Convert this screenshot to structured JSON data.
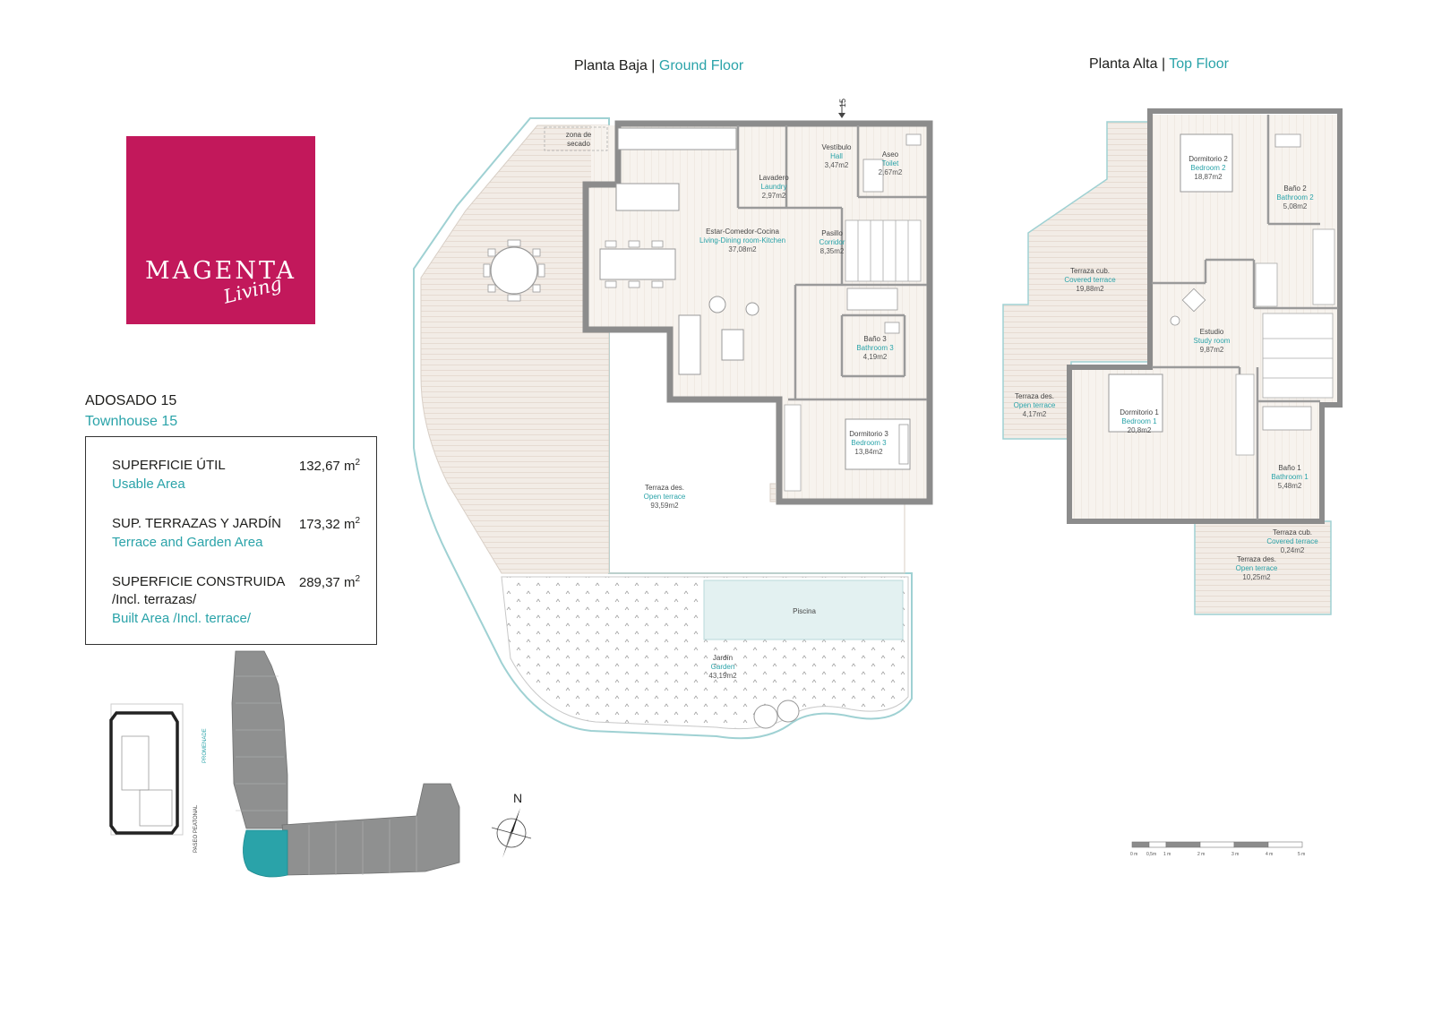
{
  "brand": {
    "name": "MAGENTA",
    "tagline": "Living",
    "color": "#c2185b"
  },
  "accent_color": "#2aa3a9",
  "ground_floor": {
    "es": "Planta Baja",
    "en": "Ground Floor"
  },
  "top_floor": {
    "es": "Planta Alta",
    "en": "Top Floor"
  },
  "unit": {
    "code": "ADOSADO 15",
    "code_en": "Townhouse 15",
    "number": "15"
  },
  "areas": [
    {
      "label": "SUPERFICIE ÚTIL",
      "label_en": "Usable Area",
      "value": "132,67",
      "unit": "m"
    },
    {
      "label": "SUP. TERRAZAS Y JARDÍN",
      "label_en": "Terrace and Garden Area",
      "value": "173,32",
      "unit": "m"
    },
    {
      "label": "SUPERFICIE CONSTRUIDA",
      "label_sub": "/Incl. terrazas/",
      "label_en": "Built Area /Incl. terrace/",
      "value": "289,37",
      "unit": "m"
    }
  ],
  "rooms_ground": {
    "drying": {
      "es1": "zona de",
      "es2": "secado"
    },
    "hall": {
      "es": "Vestíbulo",
      "en": "Hall",
      "area": "3,47m2"
    },
    "toilet": {
      "es": "Aseo",
      "en": "Toilet",
      "area": "2,67m2"
    },
    "laundry": {
      "es": "Lavadero",
      "en": "Laundry",
      "area": "2,97m2"
    },
    "living": {
      "es": "Estar-Comedor-Cocina",
      "en": "Living-Dining room-Kitchen",
      "area": "37,08m2"
    },
    "corridor": {
      "es": "Pasillo",
      "en": "Corridor",
      "area": "8,35m2"
    },
    "bath3": {
      "es": "Baño 3",
      "en": "Bathroom 3",
      "area": "4,19m2"
    },
    "bed3": {
      "es": "Dormitorio 3",
      "en": "Bedroom 3",
      "area": "13,84m2"
    },
    "terrace": {
      "es": "Terraza des.",
      "en": "Open terrace",
      "area": "93,59m2"
    },
    "pool": {
      "es": "Piscina"
    },
    "garden": {
      "es": "Jardín",
      "en": "Garden",
      "area": "43,19m2"
    }
  },
  "rooms_top": {
    "bed2": {
      "es": "Dormitorio 2",
      "en": "Bedroom 2",
      "area": "18,87m2"
    },
    "bath2": {
      "es": "Baño 2",
      "en": "Bathroom 2",
      "area": "5,08m2"
    },
    "cov_terrace": {
      "es": "Terraza cub.",
      "en": "Covered terrace",
      "area": "19,88m2"
    },
    "study": {
      "es": "Estudio",
      "en": "Study room",
      "area": "9,87m2"
    },
    "open_terrace_w": {
      "es": "Terraza des.",
      "en": "Open terrace",
      "area": "4,17m2"
    },
    "bed1": {
      "es": "Dormitorio 1",
      "en": "Bedroom 1",
      "area": "20,8m2"
    },
    "bath1": {
      "es": "Baño 1",
      "en": "Bathroom 1",
      "area": "5,48m2"
    },
    "cov_terrace_s": {
      "es": "Terraza cub.",
      "en": "Covered terrace",
      "area": "0,24m2"
    },
    "open_terrace_s": {
      "es": "Terraza des.",
      "en": "Open terrace",
      "area": "10,25m2"
    }
  },
  "site_plan": {
    "street1": "PASEO PEATONAL",
    "street2": "PROMENADE"
  },
  "compass": {
    "north": "N"
  },
  "scale": {
    "ticks": [
      "0 m",
      "0,5m",
      "1 m",
      "2 m",
      "3 m",
      "4 m",
      "5 m"
    ]
  }
}
